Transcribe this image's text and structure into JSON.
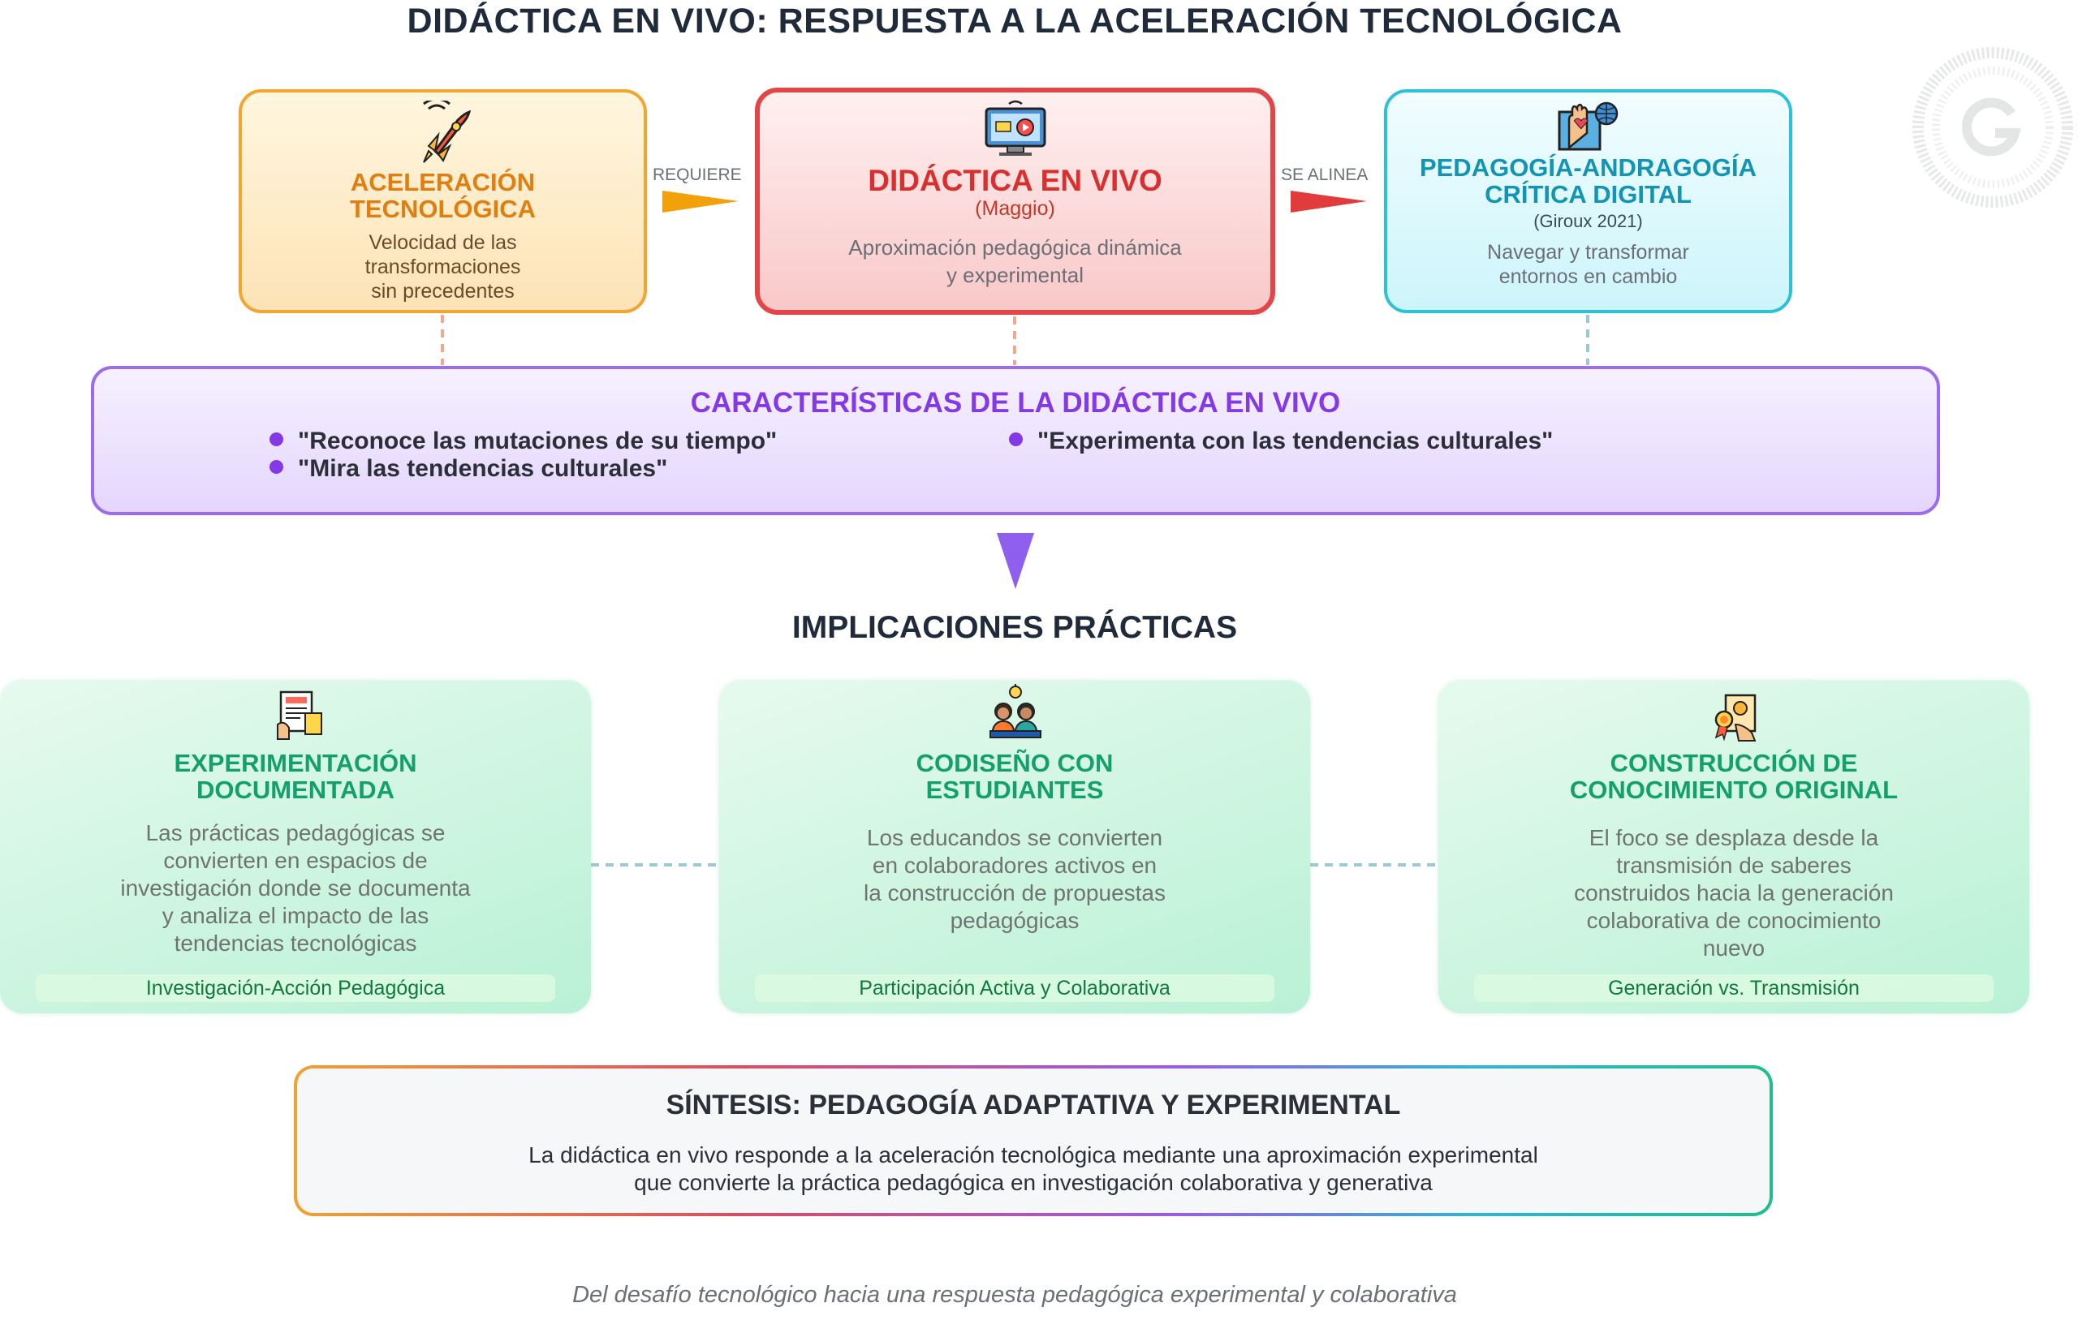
{
  "title": "DIDÁCTICA EN VIVO: RESPUESTA A LA ACELERACIÓN TECNOLÓGICA",
  "boxes": {
    "aceleracion": {
      "icon": "rocket-icon",
      "title_line1": "ACELERACIÓN",
      "title_line2": "TECNOLÓGICA",
      "desc_line1": "Velocidad de las",
      "desc_line2": "transformaciones",
      "desc_line3": "sin precedentes",
      "color": "#e07e10"
    },
    "didactica": {
      "icon": "computer-screen-icon",
      "title": "DIDÁCTICA EN VIVO",
      "subtitle": "(Maggio)",
      "desc_line1": "Aproximación pedagógica dinámica",
      "desc_line2": "y experimental",
      "color": "#d92f2f"
    },
    "pedagogia": {
      "icon": "hand-globe-screen-icon",
      "title_line1": "PEDAGOGÍA-ANDRAGOGÍA",
      "title_line2": "CRÍTICA DIGITAL",
      "subtitle": "(Giroux 2021)",
      "desc_line1": "Navegar y transformar",
      "desc_line2": "entornos en cambio",
      "color": "#1294b5"
    }
  },
  "connectors": {
    "requiere": "REQUIERE",
    "se_alinea": "SE ALINEA"
  },
  "caracteristicas": {
    "title": "CARACTERÍSTICAS DE LA DIDÁCTICA EN VIVO",
    "items": [
      "\"Reconoce las mutaciones de su tiempo\"",
      "\"Mira las tendencias culturales\"",
      "\"Experimenta con las tendencias culturales\""
    ]
  },
  "implicaciones": {
    "title": "IMPLICACIONES PRÁCTICAS",
    "cards": [
      {
        "icon": "documents-icon",
        "title_line1": "EXPERIMENTACIÓN",
        "title_line2": "DOCUMENTADA",
        "desc": [
          "Las prácticas pedagógicas se",
          "convierten en espacios de",
          "investigación donde se documenta",
          "y analiza el impacto de las",
          "tendencias tecnológicas"
        ],
        "tag": "Investigación-Acción Pedagógica"
      },
      {
        "icon": "collaborators-icon",
        "title_line1": "CODISEÑO CON",
        "title_line2": "ESTUDIANTES",
        "desc": [
          "Los educandos se convierten",
          "en colaboradores activos en",
          "la construcción de propuestas",
          "pedagógicas"
        ],
        "tag": "Participación Activa y Colaborativa"
      },
      {
        "icon": "knowledge-award-icon",
        "title_line1": "CONSTRUCCIÓN DE",
        "title_line2": "CONOCIMIENTO ORIGINAL",
        "desc": [
          "El foco se desplaza desde la",
          "transmisión de saberes",
          "construidos hacia la generación",
          "colaborativa de conocimiento",
          "nuevo"
        ],
        "tag": "Generación vs. Transmisión"
      }
    ]
  },
  "sintesis": {
    "title": "SÍNTESIS: PEDAGOGÍA ADAPTATIVA Y EXPERIMENTAL",
    "desc_line1": "La didáctica en vivo responde a la aceleración tecnológica mediante una aproximación experimental",
    "desc_line2": "que convierte la práctica pedagógica en investigación colaborativa y generativa"
  },
  "footer": "Del desafío tecnológico hacia una respuesta pedagógica experimental y colaborativa"
}
